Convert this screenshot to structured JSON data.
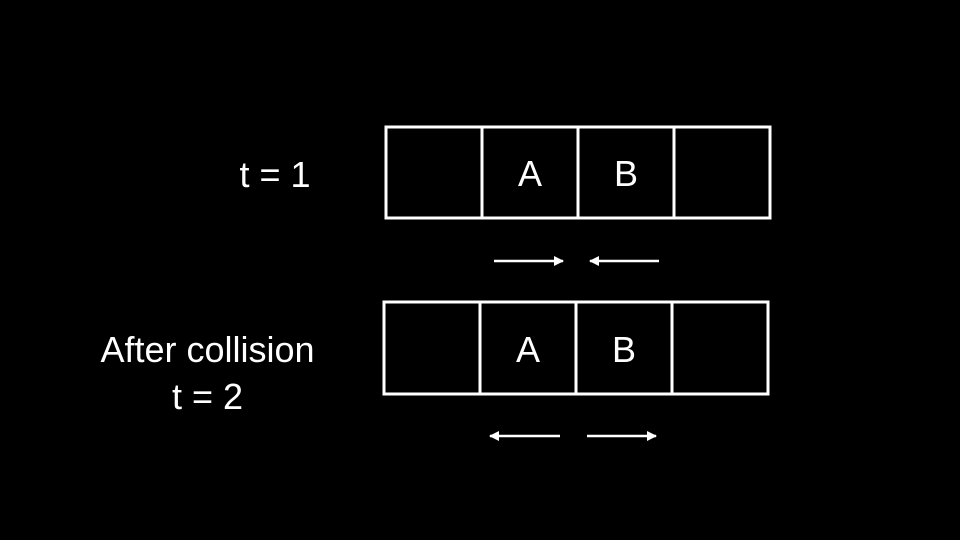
{
  "colors": {
    "background": "#000000",
    "foreground": "#ffffff"
  },
  "row1": {
    "label": "t = 1",
    "cells": [
      "",
      "A",
      "B",
      ""
    ],
    "arrows": [
      "right",
      "left"
    ]
  },
  "row2": {
    "label_line1": "After collision",
    "label_line2": "t = 2",
    "cells": [
      "",
      "A",
      "B",
      ""
    ],
    "arrows": [
      "left",
      "right"
    ]
  }
}
